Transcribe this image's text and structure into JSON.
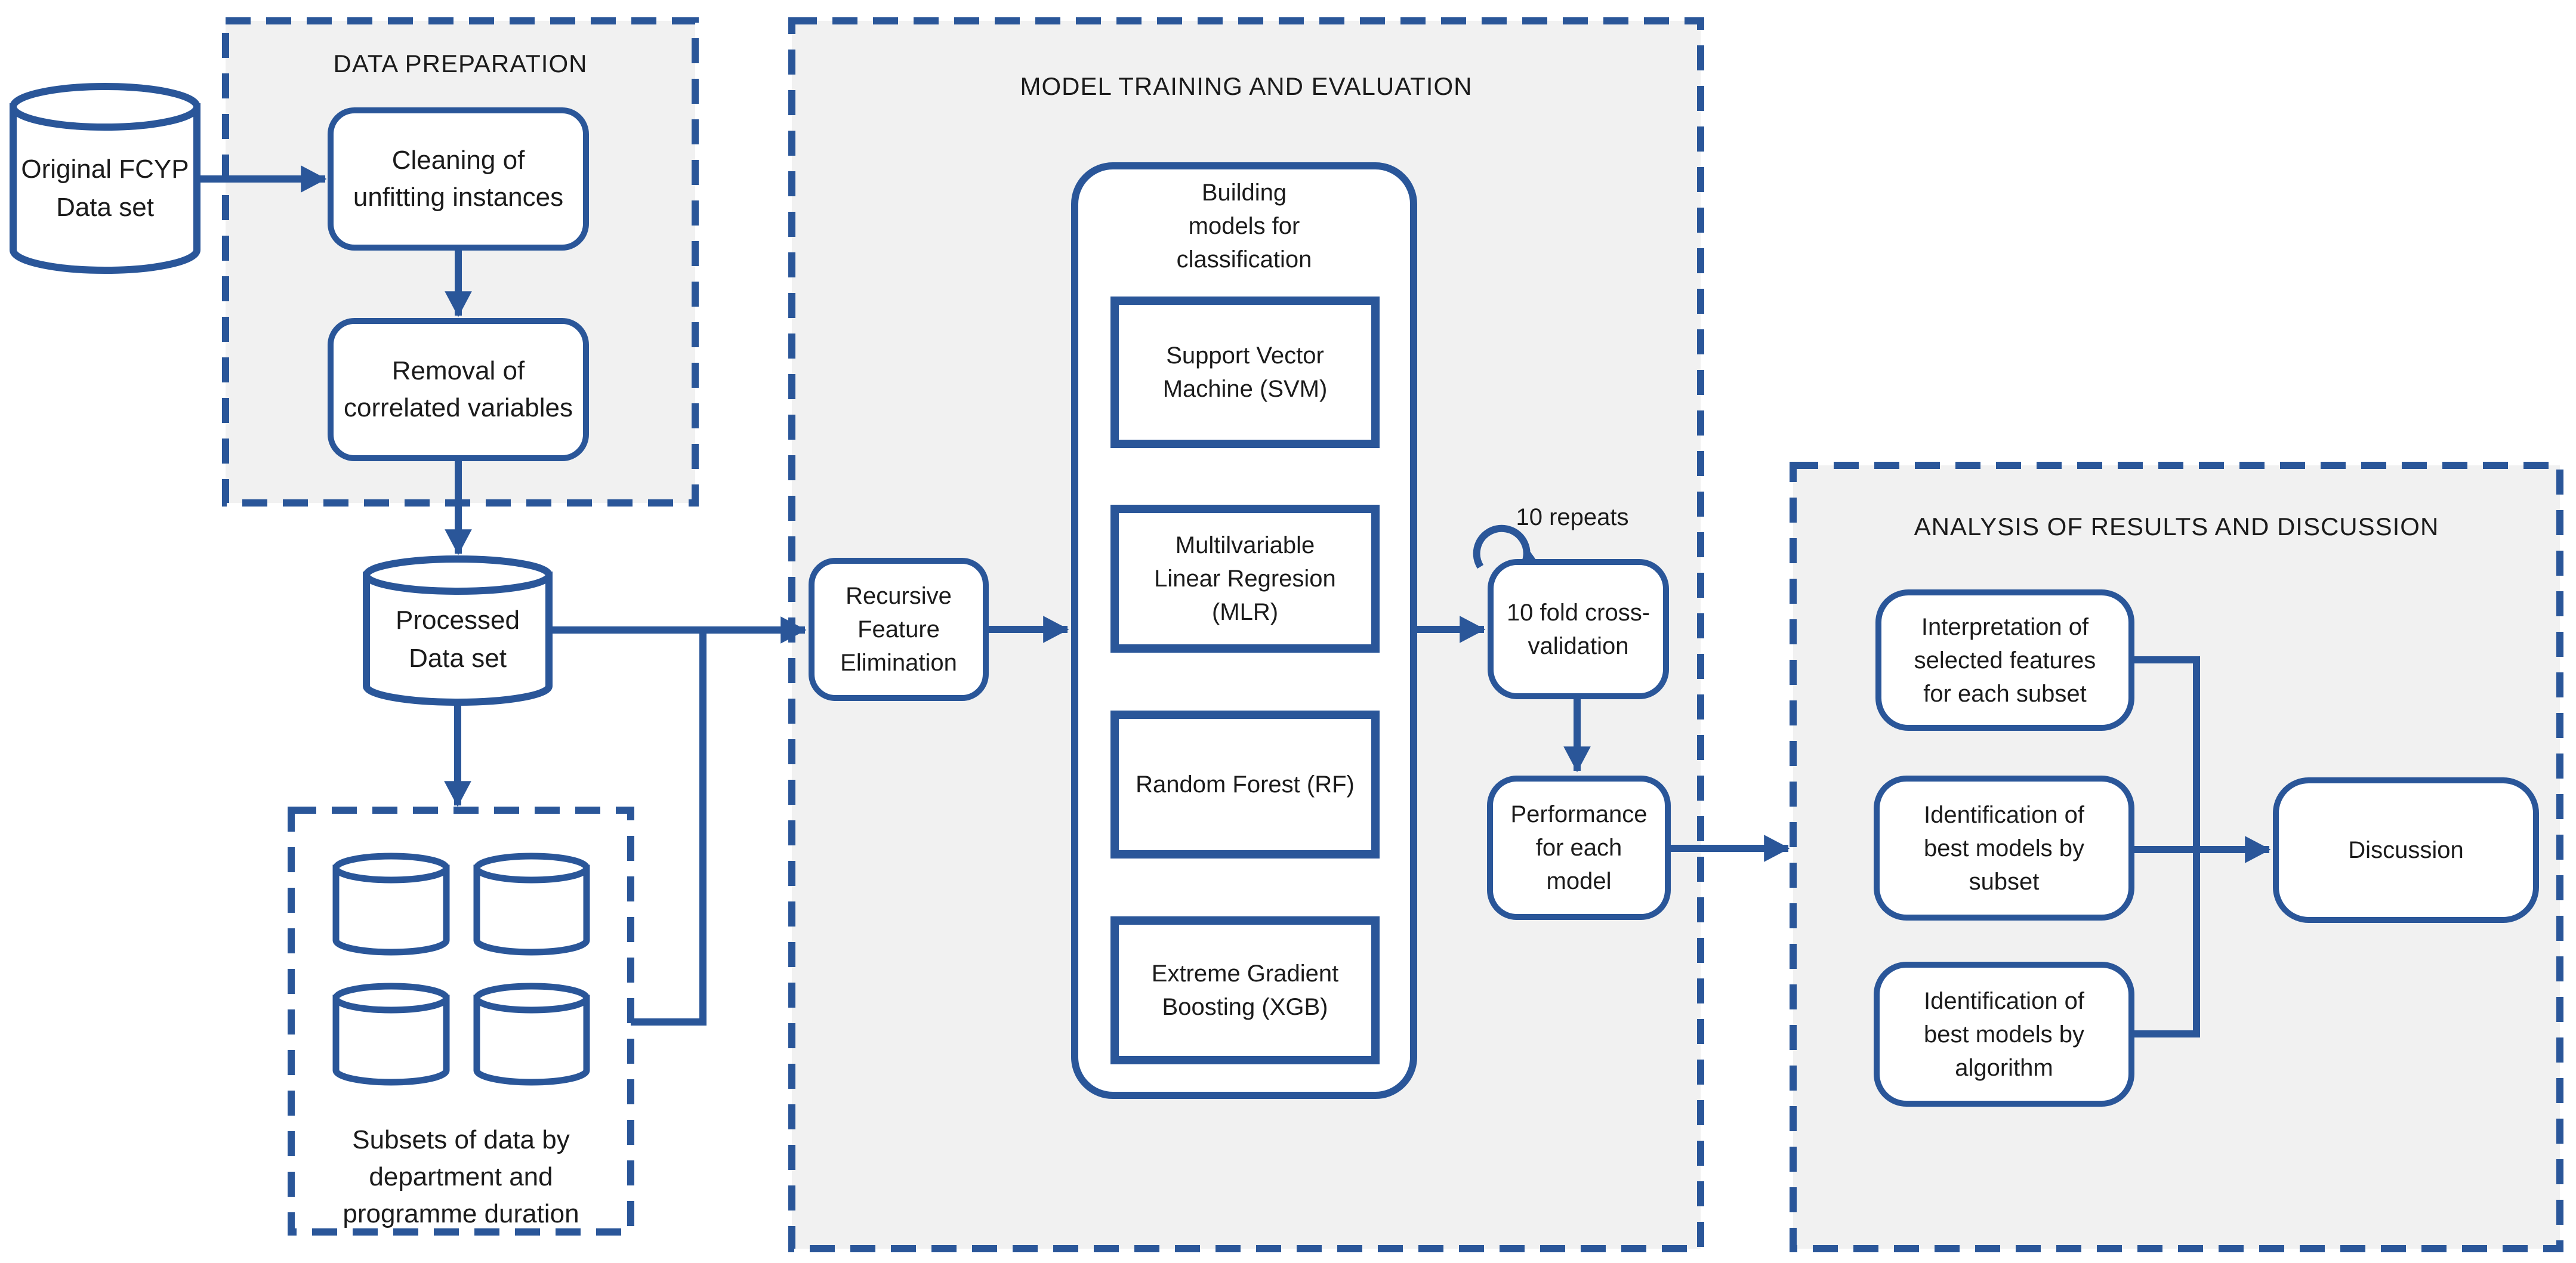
{
  "title": "Machine learning methodology flowchart",
  "colors": {
    "accent_blue": "#2A5699",
    "section_fill": "#F1F1F1",
    "box_fill": "#FFFFFF",
    "text": "#1B1B1B"
  },
  "sections": {
    "data_preparation": {
      "title": "DATA PREPARATION"
    },
    "model_training": {
      "title": "MODEL TRAINING AND EVALUATION"
    },
    "analysis": {
      "title": "ANALYSIS OF RESULTS AND DISCUSSION"
    }
  },
  "nodes": {
    "original_dataset": {
      "label": "Original FCYP\nData set"
    },
    "cleaning": {
      "label": "Cleaning of\nunfitting instances"
    },
    "removal": {
      "label": "Removal of\ncorrelated variables"
    },
    "processed_dataset": {
      "label": "Processed\nData set"
    },
    "subsets_caption": {
      "label": "Subsets of data by\ndepartment and\nprogramme duration"
    },
    "rfe": {
      "label": "Recursive\nFeature\nElimination"
    },
    "building_models": {
      "label": "Building\nmodels for\nclassification"
    },
    "svm": {
      "label": "Support Vector\nMachine (SVM)"
    },
    "mlr": {
      "label": "Multilvariable\nLinear Regresion\n(MLR)"
    },
    "rf": {
      "label": "Random Forest (RF)"
    },
    "xgb": {
      "label": "Extreme Gradient\nBoosting (XGB)"
    },
    "repeats": {
      "label": "10 repeats"
    },
    "cross_validation": {
      "label": "10 fold cross-\nvalidation"
    },
    "performance": {
      "label": "Performance\nfor each\nmodel"
    },
    "interpretation": {
      "label": "Interpretation of\nselected features\nfor each subset"
    },
    "best_by_subset": {
      "label": "Identification of\nbest models by\nsubset"
    },
    "best_by_algorithm": {
      "label": "Identification of\nbest models by\nalgorithm"
    },
    "discussion": {
      "label": "Discussion"
    }
  }
}
